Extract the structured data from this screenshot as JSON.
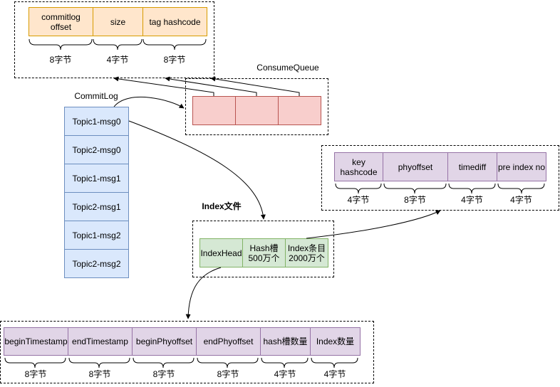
{
  "consume_entry": {
    "fields": [
      {
        "label": "commitlog\noffset",
        "size": "8字节"
      },
      {
        "label": "size",
        "size": "4字节"
      },
      {
        "label": "tag hashcode",
        "size": "8字节"
      }
    ]
  },
  "consume_queue": {
    "title": "ConsumeQueue",
    "cells": 3
  },
  "commitlog": {
    "title": "CommitLog",
    "messages": [
      "Topic1-msg0",
      "Topic2-msg0",
      "Topic1-msg1",
      "Topic2-msg1",
      "Topic1-msg2",
      "Topic2-msg2"
    ]
  },
  "index_entry": {
    "fields": [
      {
        "label": "key\nhashcode",
        "size": "4字节"
      },
      {
        "label": "phyoffset",
        "size": "8字节"
      },
      {
        "label": "timediff",
        "size": "4字节"
      },
      {
        "label": "pre index no",
        "size": "4字节"
      }
    ]
  },
  "index_file": {
    "title": "Index文件",
    "cells": [
      "IndexHead",
      "Hash槽\n500万个",
      "Index条目\n2000万个"
    ]
  },
  "index_head": {
    "fields": [
      {
        "label": "beginTimestamp",
        "size": "8字节"
      },
      {
        "label": "endTimestamp",
        "size": "8字节"
      },
      {
        "label": "beginPhyoffset",
        "size": "8字节"
      },
      {
        "label": "endPhyoffset",
        "size": "8字节"
      },
      {
        "label": "hash槽数量",
        "size": "4字节"
      },
      {
        "label": "Index数量",
        "size": "4字节"
      }
    ]
  }
}
